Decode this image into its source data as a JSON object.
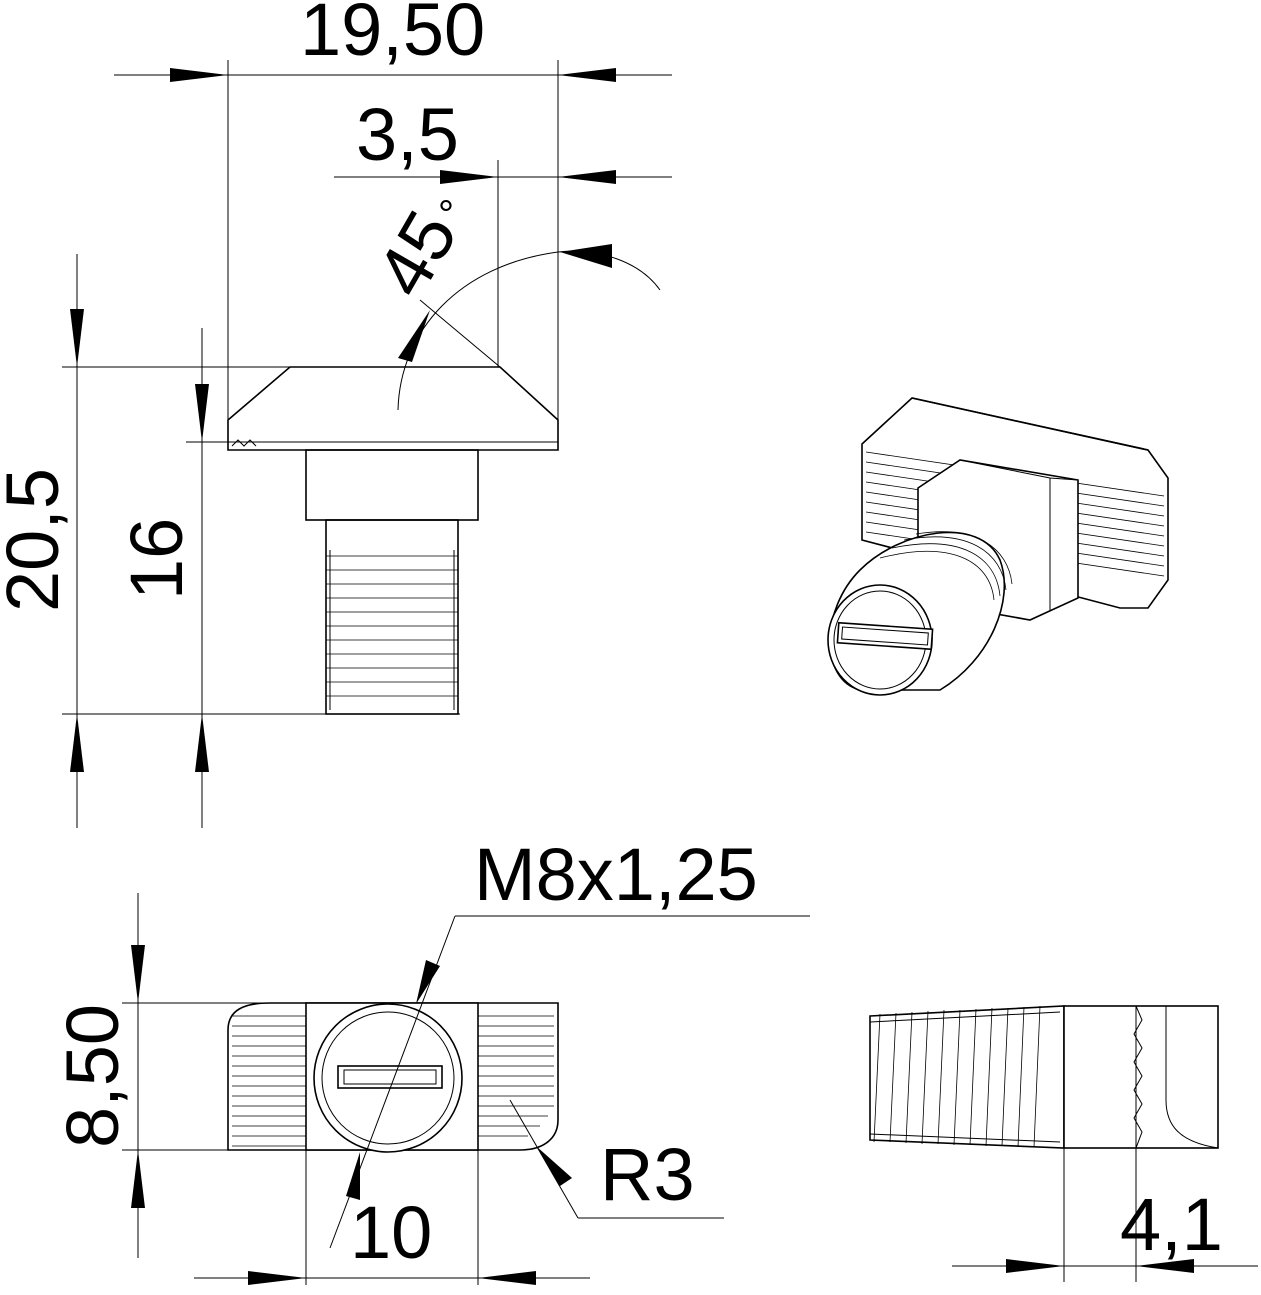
{
  "dimensions": {
    "overall_width": "19,50",
    "offset_width": "3,5",
    "chamfer_angle": "45",
    "degree_symbol": "°",
    "total_height": "20,5",
    "thread_length": "16",
    "thread_spec": "M8x1,25",
    "head_height": "8,50",
    "shank_width": "10",
    "corner_radius": "R3",
    "side_offset": "4,1"
  }
}
